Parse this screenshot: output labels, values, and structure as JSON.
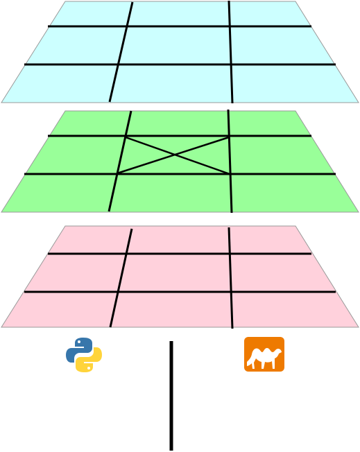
{
  "layers": [
    {
      "id": "top",
      "fill": "#ccffff",
      "stroke": "#999999",
      "grid_rows": 3,
      "grid_cols": 3,
      "center_cell_crossed": false
    },
    {
      "id": "middle",
      "fill": "#99ff99",
      "stroke": "#999999",
      "grid_rows": 3,
      "grid_cols": 3,
      "center_cell_crossed": true
    },
    {
      "id": "bottom",
      "fill": "#ffd1dc",
      "stroke": "#999999",
      "grid_rows": 3,
      "grid_cols": 3,
      "center_cell_crossed": false
    }
  ],
  "grid_line_color": "#000000",
  "logos": {
    "left": {
      "icon": "python-logo-icon",
      "colors": {
        "blue": "#3776ab",
        "yellow": "#ffd43b"
      }
    },
    "right": {
      "icon": "ocaml-camel-logo-icon",
      "colors": {
        "orange": "#ee7a00",
        "camel": "#ffffff"
      }
    }
  },
  "divider_color": "#000000"
}
